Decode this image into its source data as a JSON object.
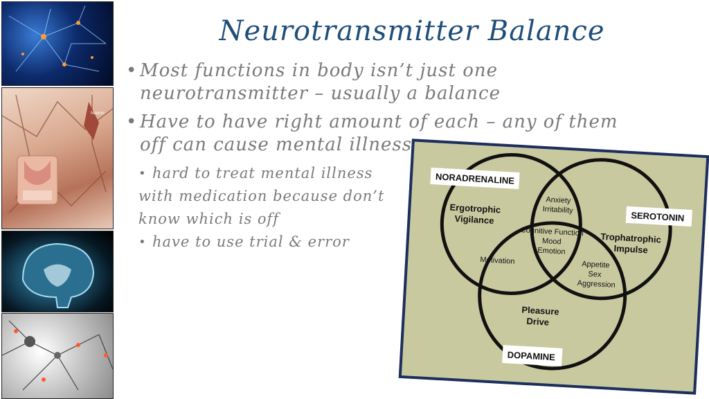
{
  "slide": {
    "title": "Neurotransmitter Balance",
    "bullets": [
      {
        "text": "Most functions in body isn’t just one",
        "text_cont": "neurotransmitter – usually a balance"
      },
      {
        "text": "Have to have right amount of each – any of them",
        "text_cont": "off can cause mental illness"
      }
    ],
    "sub_bullets": [
      {
        "line1": "hard to treat mental illness",
        "line2": "with medication because don’t",
        "line3": "know which is off"
      },
      {
        "line1": "have to use trial & error"
      }
    ]
  },
  "sidebar": {
    "images": [
      {
        "icon": "neuron-network-blue"
      },
      {
        "icon": "synapse-illustration",
        "caption": "Neuron"
      },
      {
        "icon": "brain-mri-scan"
      },
      {
        "icon": "neuron-network-white"
      }
    ]
  },
  "venn": {
    "circles": {
      "noradrenaline": {
        "tag": "NORADRENALINE",
        "label_line1": "Ergotrophic",
        "label_line2": "Vigilance"
      },
      "serotonin": {
        "tag": "SEROTONIN",
        "label_line1": "Trophatrophic",
        "label_line2": "Impulse"
      },
      "dopamine": {
        "tag": "DOPAMINE",
        "label_line1": "Pleasure",
        "label_line2": "Drive"
      }
    },
    "overlaps": {
      "nor_ser": [
        "Anxiety",
        "Irritability"
      ],
      "all": [
        "Cognitive Function",
        "Mood",
        "Emotion"
      ],
      "nor_dop": [
        "Motivation"
      ],
      "ser_dop": [
        "Appetite",
        "Sex",
        "Aggression"
      ]
    },
    "colors": {
      "background": "#c9c9a0",
      "border": "#1c2f5e"
    }
  }
}
